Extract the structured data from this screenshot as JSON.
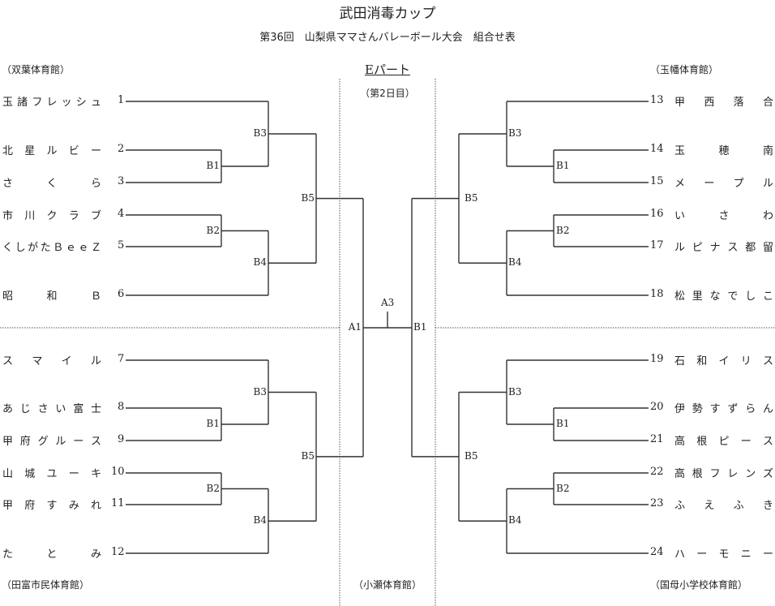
{
  "title": "武田消毒カップ",
  "subtitle": "第36回　山梨県ママさんバレーボール大会　組合せ表",
  "part": "Eパート",
  "day": "（第2日目）",
  "venues": {
    "top_left": "（双葉体育館）",
    "top_right": "（玉幡体育館）",
    "bottom_left": "（田富市民体育館）",
    "bottom_center": "（小瀬体育館）",
    "bottom_right": "（国母小学校体育館）"
  },
  "left_teams": [
    {
      "num": "1",
      "name": "玉諸フレッシュ"
    },
    {
      "num": "2",
      "name": "北星ルビー"
    },
    {
      "num": "3",
      "name": "さくら"
    },
    {
      "num": "4",
      "name": "市川クラブ"
    },
    {
      "num": "5",
      "name": "くしがたＢｅｅＺ"
    },
    {
      "num": "6",
      "name": "昭和Ｂ"
    },
    {
      "num": "7",
      "name": "スマイル"
    },
    {
      "num": "8",
      "name": "あじさい富士"
    },
    {
      "num": "9",
      "name": "甲府グルース"
    },
    {
      "num": "10",
      "name": "山城ユーキ"
    },
    {
      "num": "11",
      "name": "甲府すみれ"
    },
    {
      "num": "12",
      "name": "たとみ"
    }
  ],
  "right_teams": [
    {
      "num": "13",
      "name": "甲西落合"
    },
    {
      "num": "14",
      "name": "玉穂南"
    },
    {
      "num": "15",
      "name": "メープル"
    },
    {
      "num": "16",
      "name": "いさわ"
    },
    {
      "num": "17",
      "name": "ルピナス都留"
    },
    {
      "num": "18",
      "name": "松里なでしこ"
    },
    {
      "num": "19",
      "name": "石和イリス"
    },
    {
      "num": "20",
      "name": "伊勢すずらん"
    },
    {
      "num": "21",
      "name": "高根ピース"
    },
    {
      "num": "22",
      "name": "高根フレンズ"
    },
    {
      "num": "23",
      "name": "ふえふき"
    },
    {
      "num": "24",
      "name": "ハーモニー"
    }
  ],
  "match_labels": {
    "b1": "B1",
    "b2": "B2",
    "b3": "B3",
    "b4": "B4",
    "b5": "B5",
    "a1": "A1",
    "a3": "A3",
    "final_b1": "B1"
  }
}
